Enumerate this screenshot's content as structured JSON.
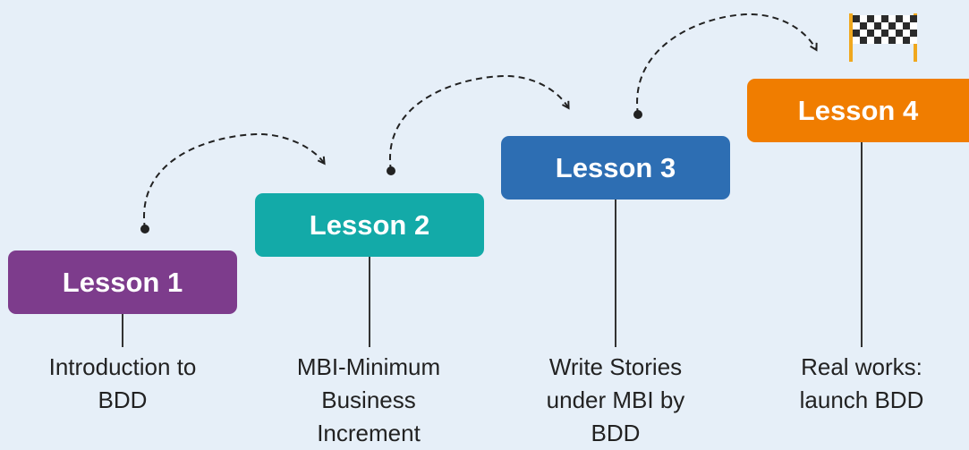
{
  "lessons": [
    {
      "title": "Lesson 1",
      "color": "#7d3c8c",
      "description": [
        "Introduction to",
        "BDD"
      ]
    },
    {
      "title": "Lesson 2",
      "color": "#13aaa8",
      "description": [
        "MBI-Minimum",
        "Business",
        "Increment"
      ]
    },
    {
      "title": "Lesson 3",
      "color": "#2d6eb3",
      "description": [
        "Write Stories",
        "under MBI by",
        "BDD"
      ]
    },
    {
      "title": "Lesson 4",
      "color": "#f07d00",
      "description": [
        "Real works:",
        "launch BDD"
      ]
    }
  ],
  "finish_icon": "checkered-finish-flag-icon",
  "connector_color": "#222222"
}
